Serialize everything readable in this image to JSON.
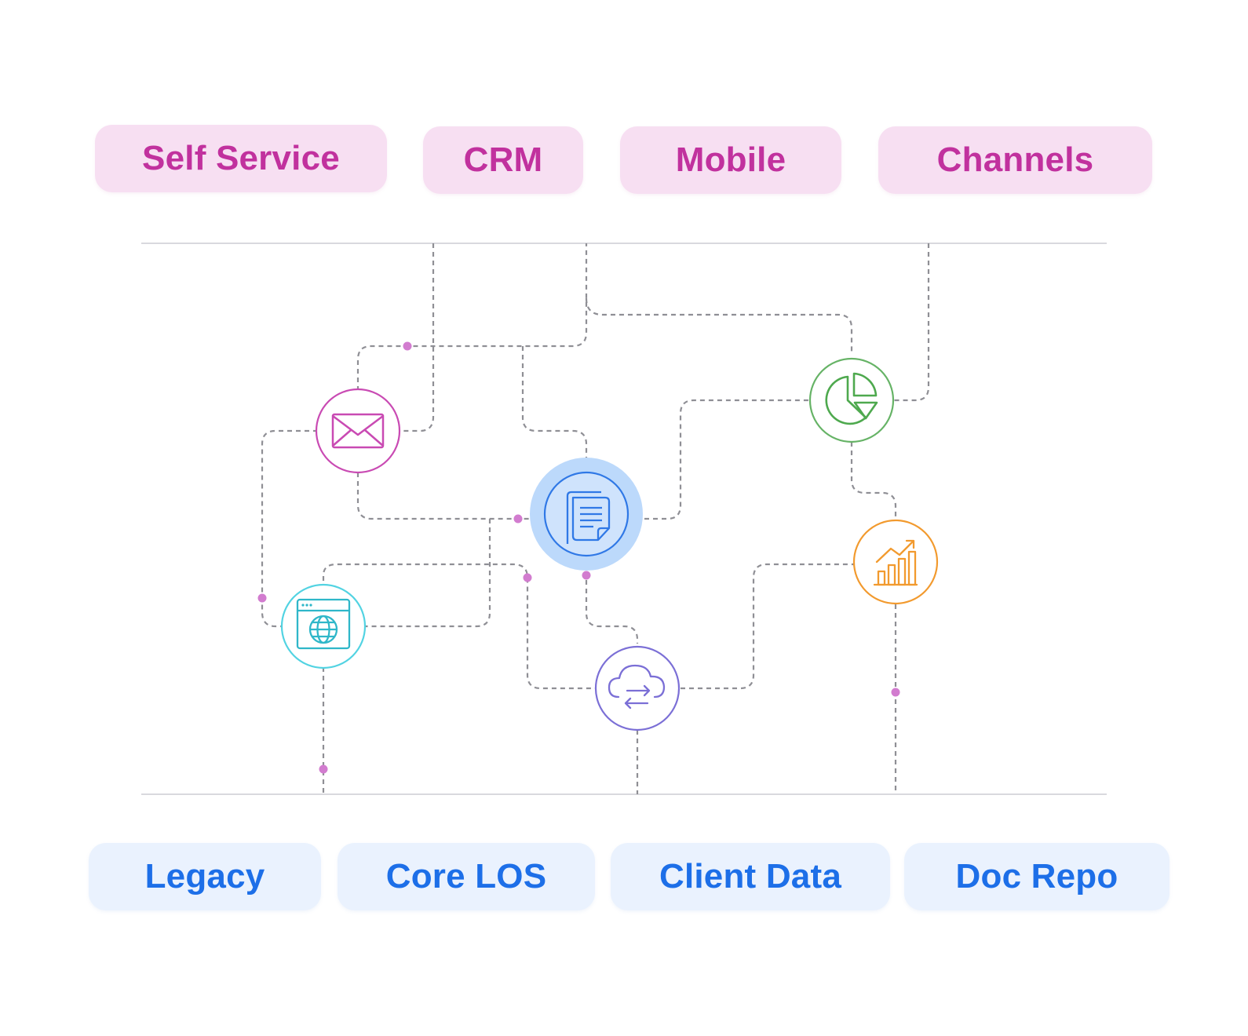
{
  "top_labels": [
    "Self Service",
    "CRM",
    "Mobile",
    "Channels"
  ],
  "bottom_labels": [
    "Legacy",
    "Core LOS",
    "Client Data",
    "Doc Repo"
  ],
  "colors": {
    "top_pill_bg": "#f7dff2",
    "top_pill_text": "#c1319e",
    "bottom_pill_bg": "#eaf2fe",
    "bottom_pill_text": "#1d6fe8",
    "connector": "#8f8f95",
    "junction_dot": "#d27ccf",
    "email_node": "#c94ab3",
    "web_node": "#52d3e2",
    "document_node": "#2f78e6",
    "document_halo": "#bcd9fb",
    "cloud_node": "#7b6fd6",
    "pie_node": "#66b366",
    "growth_node": "#f29a2e"
  },
  "nodes": [
    {
      "id": "email",
      "icon": "envelope-icon"
    },
    {
      "id": "web",
      "icon": "browser-globe-icon"
    },
    {
      "id": "document",
      "icon": "document-stack-icon"
    },
    {
      "id": "cloud",
      "icon": "cloud-sync-icon"
    },
    {
      "id": "pie",
      "icon": "pie-chart-icon"
    },
    {
      "id": "growth",
      "icon": "bar-chart-growth-icon"
    }
  ]
}
